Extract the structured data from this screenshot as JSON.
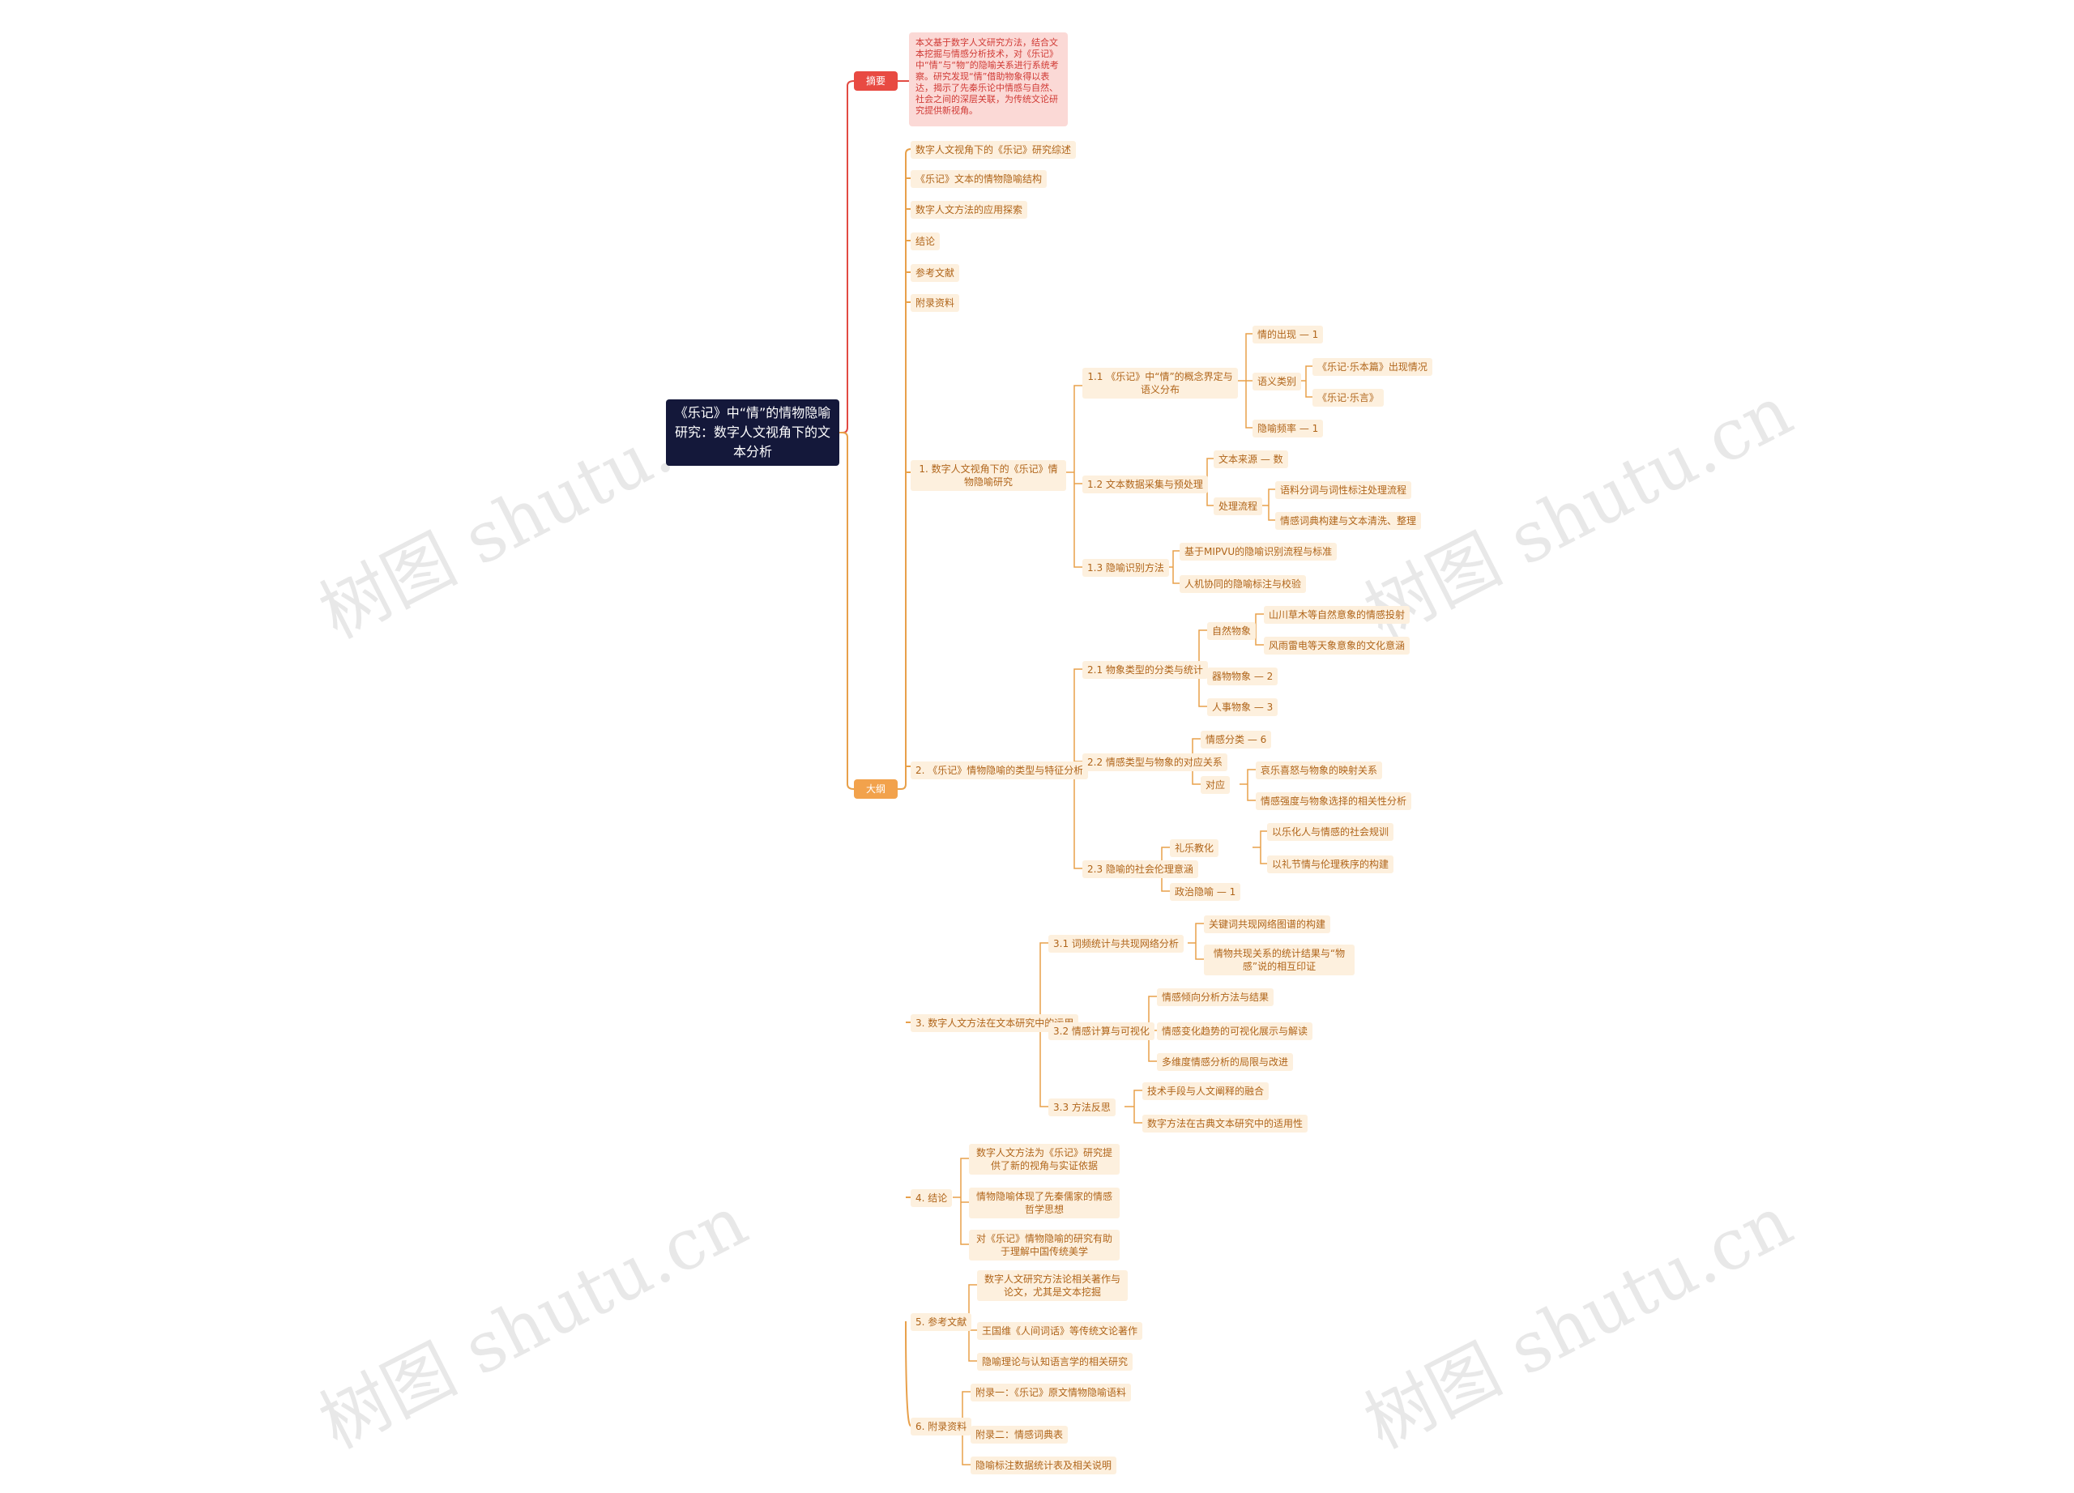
{
  "root": {
    "title": "《乐记》中“情”的情物隐喻研究：数字人文视角下的文本分析"
  },
  "tags": {
    "summary": "摘要",
    "outline": "大纲"
  },
  "abstract_text": "本文基于数字人文研究方法，结合文本挖掘与情感分析技术，对《乐记》中“情”与“物”的隐喻关系进行系统考察。研究发现“情”借助物象得以表达，揭示了先秦乐论中情感与自然、社会之间的深层关联，为传统文论研究提供新视角。",
  "outline": {
    "top_items": [
      "数字人文视角下的《乐记》研究综述",
      "《乐记》文本的情物隐喻结构",
      "数字人文方法的应用探索",
      "结论",
      "参考文献",
      "附录资料"
    ],
    "section1": {
      "label": "1. 数字人文视角下的《乐记》情物隐喻研究",
      "s11": {
        "label": "1.1 《乐记》中“情”的概念界定与语义分布",
        "c1": "情的出现 — 1",
        "c2": "语义类别",
        "c2a": "《乐记·乐本篇》出现情况",
        "c2b": "《乐记·乐言》",
        "c3": "隐喻频率 — 1"
      },
      "s12": {
        "label": "1.2 文本数据采集与预处理",
        "c1": "文本来源 — 数",
        "c2": "处理流程",
        "c2a": "语料分词与词性标注处理流程",
        "c2b": "情感词典构建与文本清洗、整理"
      },
      "s13": {
        "label": "1.3 隐喻识别方法",
        "c1": "基于MIPVU的隐喻识别流程与标准",
        "c2": "人机协同的隐喻标注与校验"
      }
    },
    "section2": {
      "label": "2. 《乐记》情物隐喻的类型与特征分析",
      "s21": {
        "label": "2.1 物象类型的分类与统计",
        "c1": "自然物象",
        "c1a": "山川草木等自然意象的情感投射",
        "c1b": "风雨雷电等天象意象的文化意涵",
        "c2": "器物物象 — 2",
        "c3": "人事物象 — 3"
      },
      "s22": {
        "label": "2.2 情感类型与物象的对应关系",
        "c1": "情感分类 — 6",
        "c2": "对应",
        "c2a": "哀乐喜怒与物象的映射关系",
        "c2b": "情感强度与物象选择的相关性分析"
      },
      "s23": {
        "label": "2.3 隐喻的社会伦理意涵",
        "c1": "礼乐教化",
        "c1a": "以乐化人与情感的社会规训",
        "c1b": "以礼节情与伦理秩序的构建",
        "c2": "政治隐喻 — 1"
      }
    },
    "section3": {
      "label": "3. 数字人文方法在文本研究中的运用",
      "s31": {
        "label": "3.1 词频统计与共现网络分析",
        "c1": "关键词共现网络图谱的构建",
        "c2": "情物共现关系的统计结果与“物感”说的相互印证"
      },
      "s32": {
        "label": "3.2 情感计算与可视化",
        "c1": "情感倾向分析方法与结果",
        "c2": "情感变化趋势的可视化展示与解读",
        "c3": "多维度情感分析的局限与改进"
      },
      "s33": {
        "label": "3.3 方法反思",
        "c1": "技术手段与人文阐释的融合",
        "c2": "数字方法在古典文本研究中的适用性"
      }
    },
    "section4": {
      "label": "4. 结论",
      "c1": "数字人文方法为《乐记》研究提供了新的视角与实证依据",
      "c2": "情物隐喻体现了先秦儒家的情感哲学思想",
      "c3": "对《乐记》情物隐喻的研究有助于理解中国传统美学"
    },
    "section5": {
      "label": "5. 参考文献",
      "c1": "数字人文研究方法论相关著作与论文，尤其是文本挖掘",
      "c2": "王国维《人间词话》等传统文论著作",
      "c3": "隐喻理论与认知语言学的相关研究"
    },
    "section6": {
      "label": "6. 附录资料",
      "c1": "附录一：《乐记》原文情物隐喻语料",
      "c2": "附录二：情感词典表",
      "c3": "隐喻标注数据统计表及相关说明"
    }
  },
  "watermark": {
    "text": "树图 shutu.cn"
  },
  "colors": {
    "root_bg": "#14183a",
    "summary_tag": "#e84a42",
    "outline_tag": "#f2a24c",
    "line_orange": "#e8a04a",
    "line_red": "#e24a42",
    "node_bg": "#fdf0de"
  }
}
